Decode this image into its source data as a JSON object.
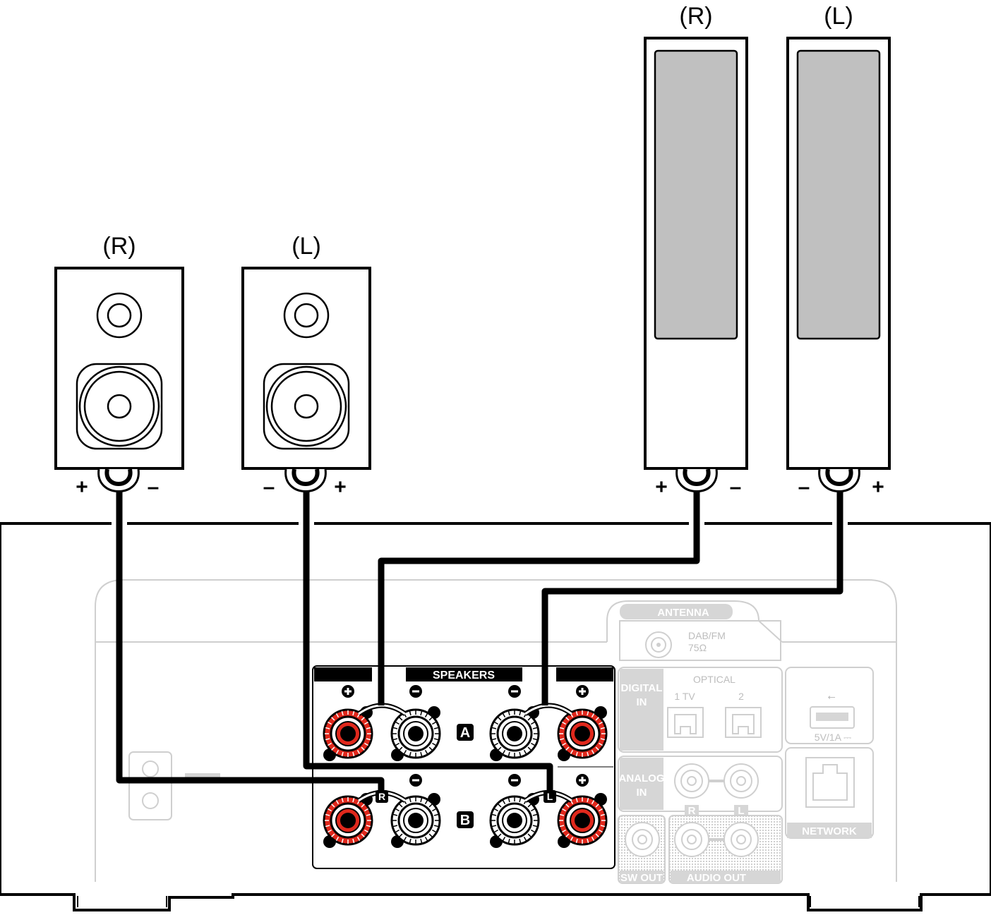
{
  "speakers": {
    "bookshelf_right": {
      "label": "(R)",
      "plus": "+",
      "minus": "–"
    },
    "bookshelf_left": {
      "label": "(L)",
      "plus": "+",
      "minus": "–"
    },
    "tower_right": {
      "label": "(R)",
      "plus": "+",
      "minus": "–"
    },
    "tower_left": {
      "label": "(L)",
      "plus": "+",
      "minus": "–"
    }
  },
  "panel": {
    "speakers_header": "SPEAKERS",
    "row_a": "A",
    "row_b": "B",
    "tag_r": "R",
    "tag_l": "L",
    "antenna": "ANTENNA",
    "dab_fm": "DAB/FM",
    "ohm": "75Ω",
    "digital_in_1": "DIGITAL",
    "digital_in_2": "IN",
    "optical": "OPTICAL",
    "opt1": "1 TV",
    "opt2": "2",
    "analog_in_1": "ANALOG",
    "analog_in_2": "IN",
    "analog_r": "R",
    "analog_l": "L",
    "usb_rating": "5V/1A ⎓",
    "network": "NETWORK",
    "sw_out": "SW OUT",
    "audio_out": "AUDIO OUT"
  },
  "colors": {
    "terminal_plus": "#e0281c",
    "wire": "#000000",
    "faint": "#cfcfcf"
  }
}
